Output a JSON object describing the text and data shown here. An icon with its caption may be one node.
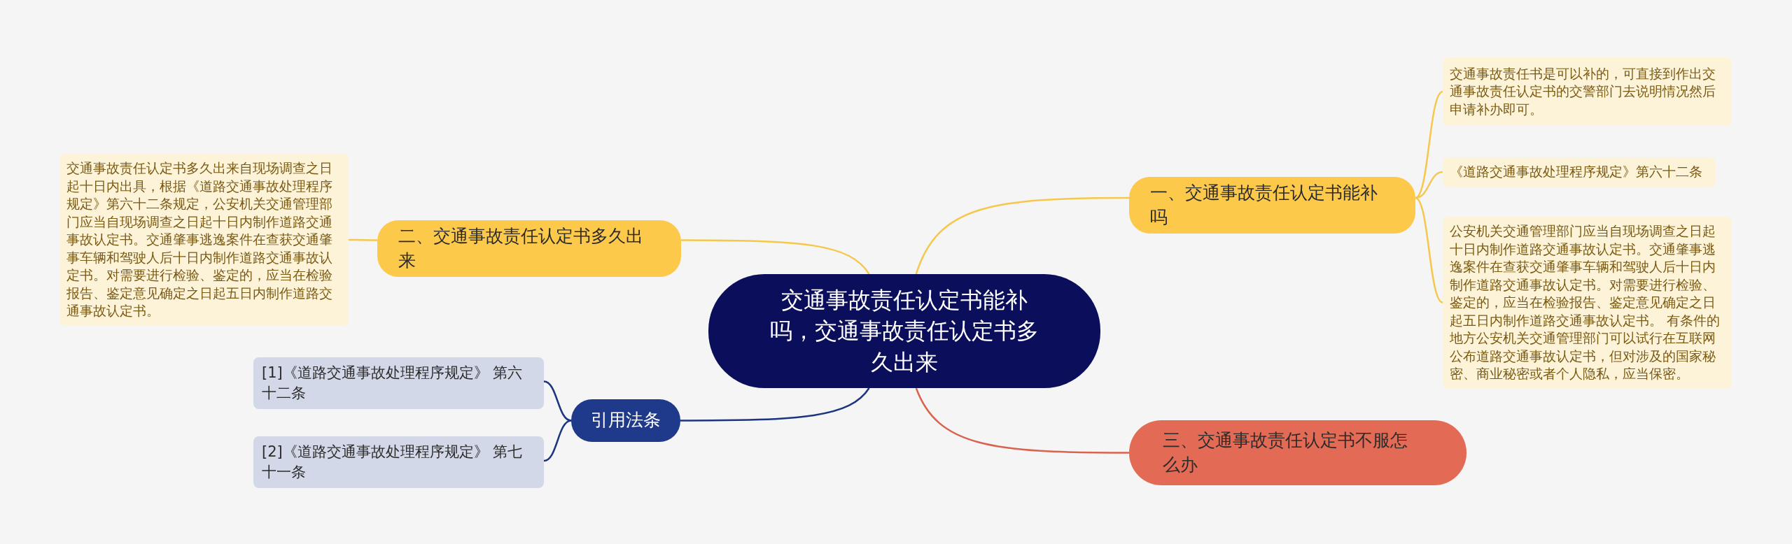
{
  "diagram": {
    "nodes": [
      {
        "text": [
          "交通事故责任认定书能补吗，交通事故责任认定书多久出来"
        ]
      },
      {
        "text": [
          "一、交通事故责任认定书能补吗"
        ]
      },
      {
        "text": [
          "交通事故责任书是可以补的，可直接到作出交通事故责任认定书的交警部门去说明情况然后申请补办即可。"
        ]
      },
      {
        "text": [
          "《道路交通事故处理程序规定》第六十二条"
        ]
      },
      {
        "text": [
          "公安机关交通管理部门应当自现场调查之日起十日内制作道路交通事故认定书。交通肇事逃逸案件在查获交通肇事车辆和驾驶人后十日内制作道路交通事故认定书。对需要进行检验、鉴定的，应当在检验报告、鉴定意见确定之日起五日内制作道路交通事故认定书。 有条件的地方公安机关交通管理部门可以试行在互联网公布道路交通事故认定书，但对涉及的国家秘密、商业秘密或者个人隐私，应当保密。"
        ]
      },
      {
        "text": [
          "二、交通事故责任认定书多久出来"
        ]
      },
      {
        "text": [
          "交通事故责任认定书多久出来自现场调查之日起十日内出具，根据《道路交通事故处理程序规定》第六十二条规定，公安机关交通管理部门应当自现场调查之日起十日内制作道路交通事故认定书。交通肇事逃逸案件在查获交通肇事车辆和驾驶人后十日内制作道路交通事故认定书。对需要进行检验、鉴定的，应当在检验报告、鉴定意见确定之日起五日内制作道路交通事故认定书。"
        ]
      },
      {
        "text": [
          "引用法条"
        ]
      },
      {
        "text": [
          "[1]《道路交通事故处理程序规定》 第六十二条"
        ]
      },
      {
        "text": [
          "[2]《道路交通事故处理程序规定》 第七十一条"
        ]
      },
      {
        "text": [
          "三、交通事故责任认定书不服怎么办"
        ]
      }
    ],
    "edges": [
      {
        "from": 0,
        "to": 1,
        "arrow": "none"
      },
      {
        "from": 1,
        "to": 2,
        "arrow": "none"
      },
      {
        "from": 1,
        "to": 3,
        "arrow": "none"
      },
      {
        "from": 1,
        "to": 4,
        "arrow": "none"
      },
      {
        "from": 0,
        "to": 5,
        "arrow": "none"
      },
      {
        "from": 5,
        "to": 6,
        "arrow": "none"
      },
      {
        "from": 0,
        "to": 7,
        "arrow": "none",
        "color": "#1c3580"
      },
      {
        "from": 7,
        "to": 8,
        "arrow": "none",
        "color": "#1c3580"
      },
      {
        "from": 7,
        "to": 9,
        "arrow": "none",
        "color": "#1c3580"
      },
      {
        "from": 0,
        "to": 10,
        "arrow": "none",
        "color": "#d8634f"
      }
    ]
  }
}
